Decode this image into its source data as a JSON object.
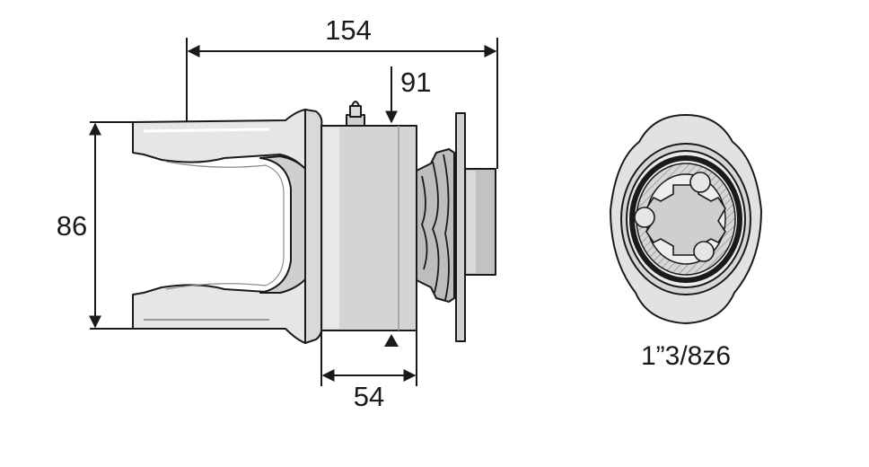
{
  "dimensions": {
    "overall_length": "154",
    "collar_position": "91",
    "height": "86",
    "collar_width": "54"
  },
  "spline_label": "1”3/8z6",
  "colors": {
    "line": "#1a1a1a",
    "metal_light": "#e4e4e4",
    "metal_mid": "#c9c9c9",
    "metal_dark": "#a9a9a9",
    "hatch": "#bdbdbd"
  }
}
